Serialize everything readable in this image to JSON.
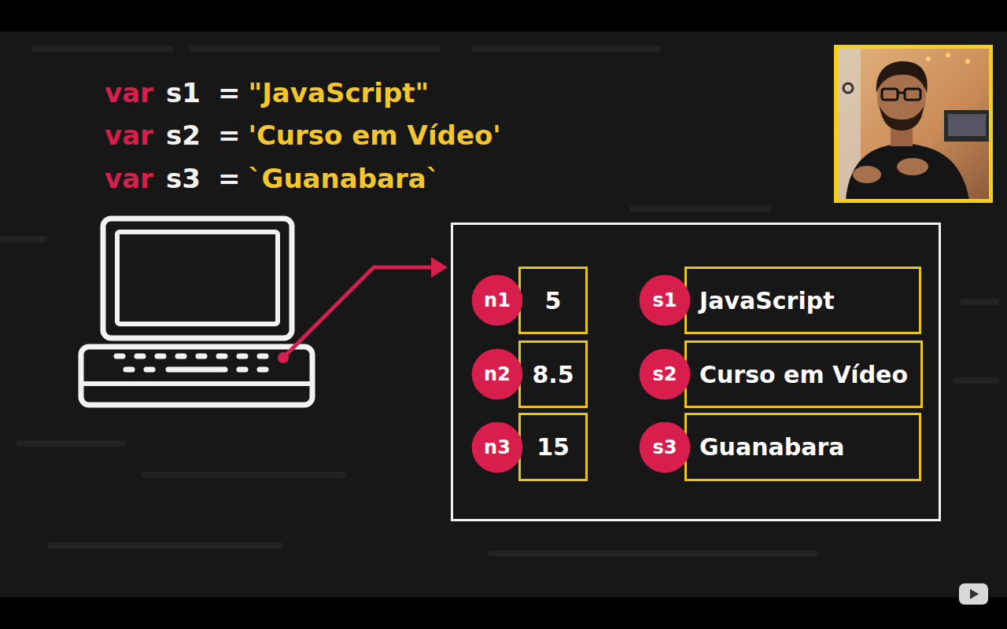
{
  "diagram": {
    "nodes": [
      {
        "text": []
      },
      {
        "text": [
          "n1"
        ],
        "in": 0
      },
      {
        "text": [
          "5"
        ],
        "in": 0
      },
      {
        "text": [
          "s1"
        ],
        "in": 0
      },
      {
        "text": [
          "JavaScript"
        ],
        "in": 0
      },
      {
        "text": [
          "n2"
        ],
        "in": 0
      },
      {
        "text": [
          "8.5"
        ],
        "in": 0
      },
      {
        "text": [
          "s2"
        ],
        "in": 0
      },
      {
        "text": [
          "Curso em Vídeo"
        ],
        "in": 0
      },
      {
        "text": [
          "n3"
        ],
        "in": 0
      },
      {
        "text": [
          "15"
        ],
        "in": 0
      },
      {
        "text": [
          "s3"
        ],
        "in": 0
      },
      {
        "text": [
          "Guanabara"
        ],
        "in": 0
      }
    ],
    "labels": [
      "var",
      "s1",
      "=",
      "\"JavaScript\"",
      "var",
      "s2",
      "=",
      "'Curso em Vídeo'",
      "var",
      "s3",
      "=",
      "`Guanabara`"
    ]
  }
}
